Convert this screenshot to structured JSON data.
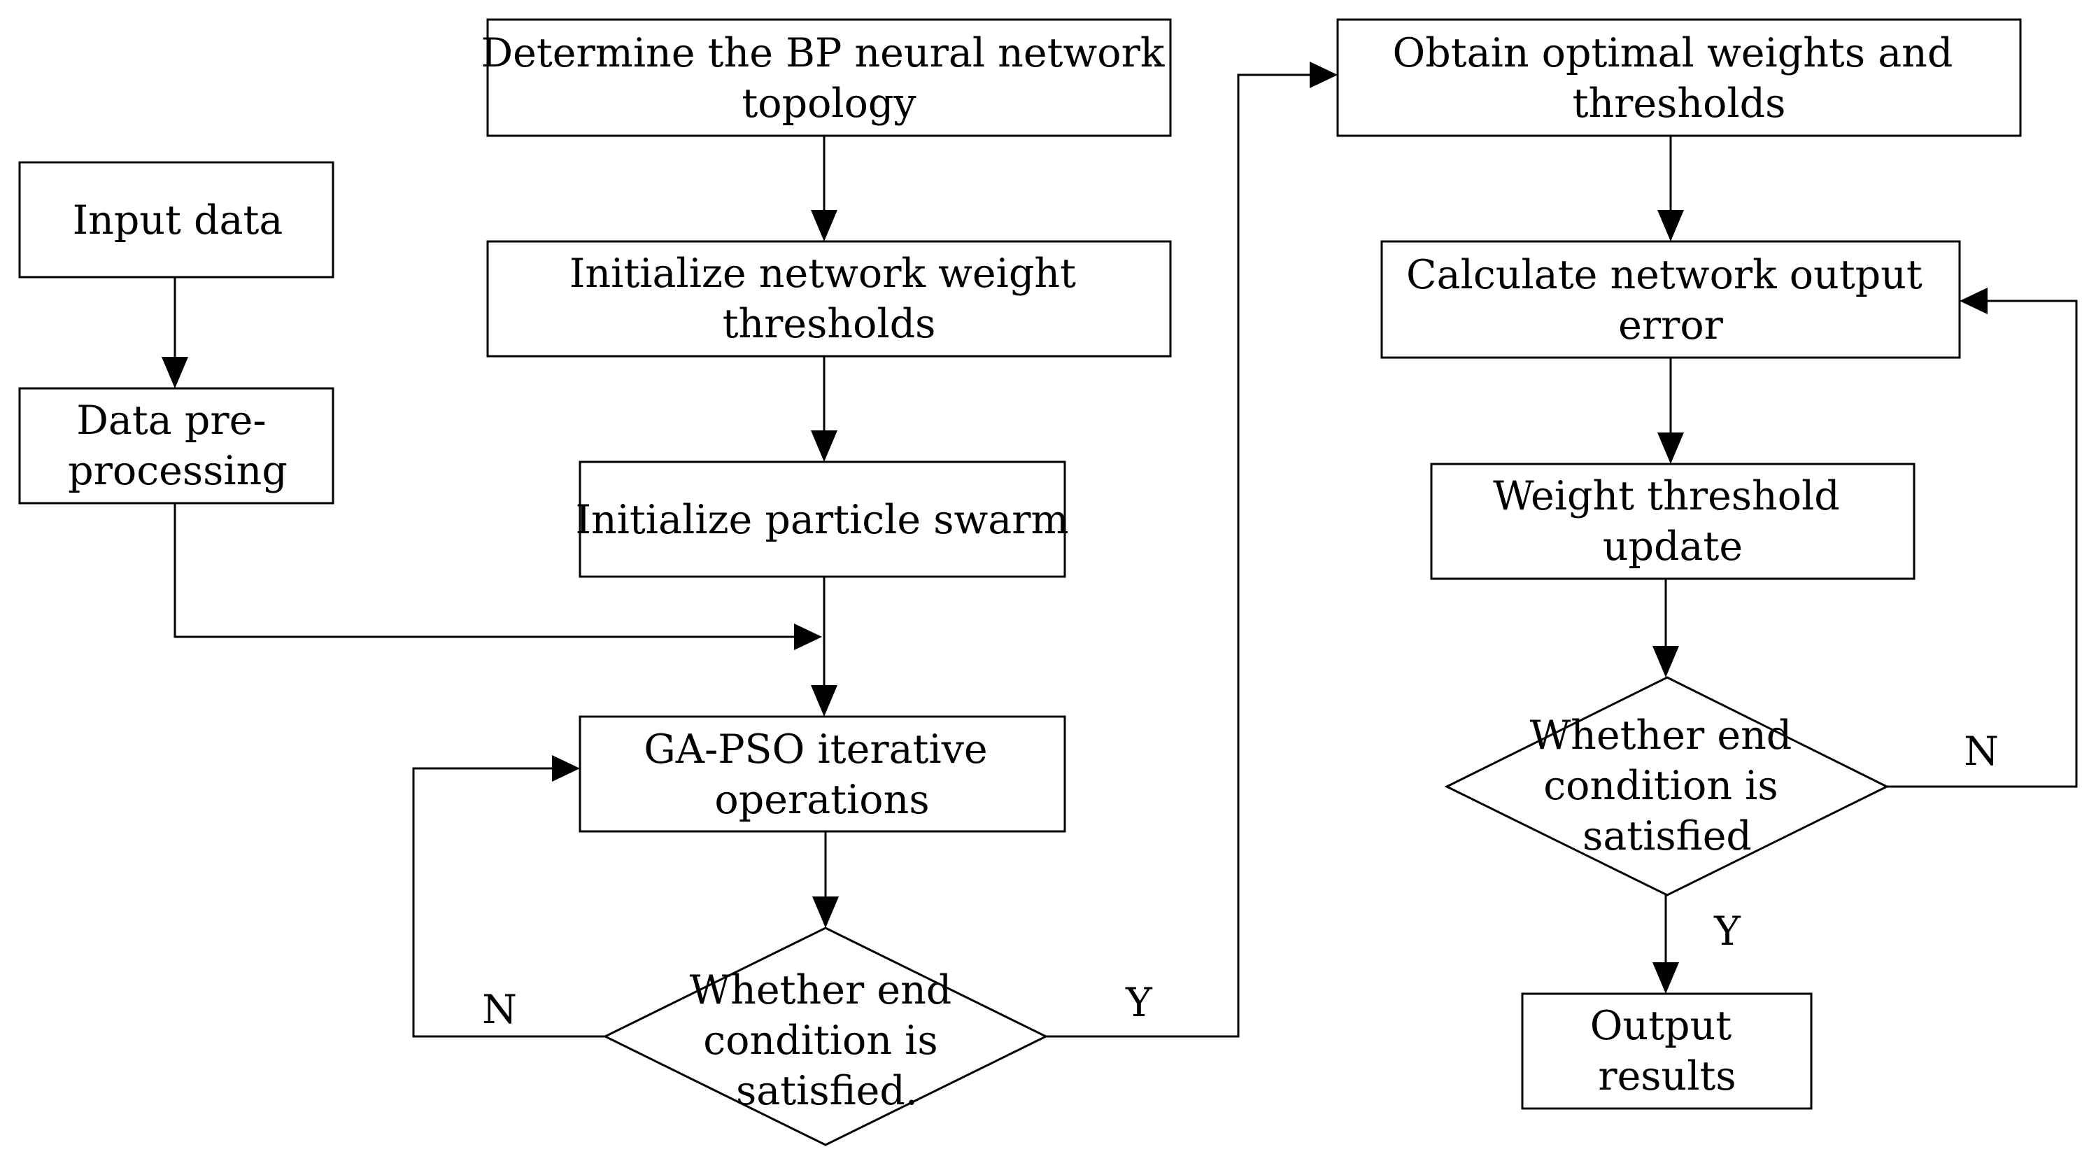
{
  "nodes": {
    "input_data": {
      "lines": [
        "Input data"
      ]
    },
    "data_preprocessing": {
      "lines": [
        "Data pre-",
        "processing"
      ]
    },
    "determine_topology": {
      "lines": [
        "Determine the BP neural network",
        "topology"
      ]
    },
    "init_weights": {
      "lines": [
        "Initialize network weight",
        "thresholds"
      ]
    },
    "init_swarm": {
      "lines": [
        "Initialize particle swarm"
      ]
    },
    "gapso_iterate": {
      "lines": [
        "GA-PSO iterative",
        "operations"
      ]
    },
    "decision_1": {
      "lines": [
        "Whether end",
        "condition is",
        "satisfied."
      ]
    },
    "obtain_optimal": {
      "lines": [
        "Obtain optimal weights and",
        "thresholds"
      ]
    },
    "calc_error": {
      "lines": [
        "Calculate network output",
        "error"
      ]
    },
    "weight_update": {
      "lines": [
        "Weight threshold",
        "update"
      ]
    },
    "decision_2": {
      "lines": [
        "Whether end",
        "condition is",
        "satisfied"
      ]
    },
    "output_results": {
      "lines": [
        "Output",
        "results"
      ]
    }
  },
  "edge_labels": {
    "decision_1_no": "N",
    "decision_1_yes": "Y",
    "decision_2_no": "N",
    "decision_2_yes": "Y"
  }
}
